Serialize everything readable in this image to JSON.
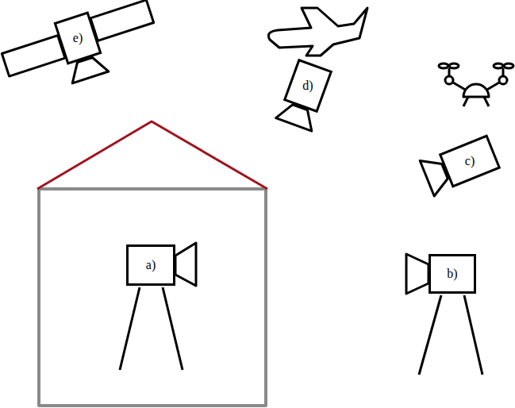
{
  "diagram": {
    "nodes": [
      {
        "text": [
          "e)"
        ]
      },
      {
        "text": [
          "d)"
        ]
      },
      {
        "text": [
          "c)"
        ]
      },
      {
        "text": [
          "a)"
        ]
      },
      {
        "text": [
          "b)"
        ]
      }
    ]
  }
}
